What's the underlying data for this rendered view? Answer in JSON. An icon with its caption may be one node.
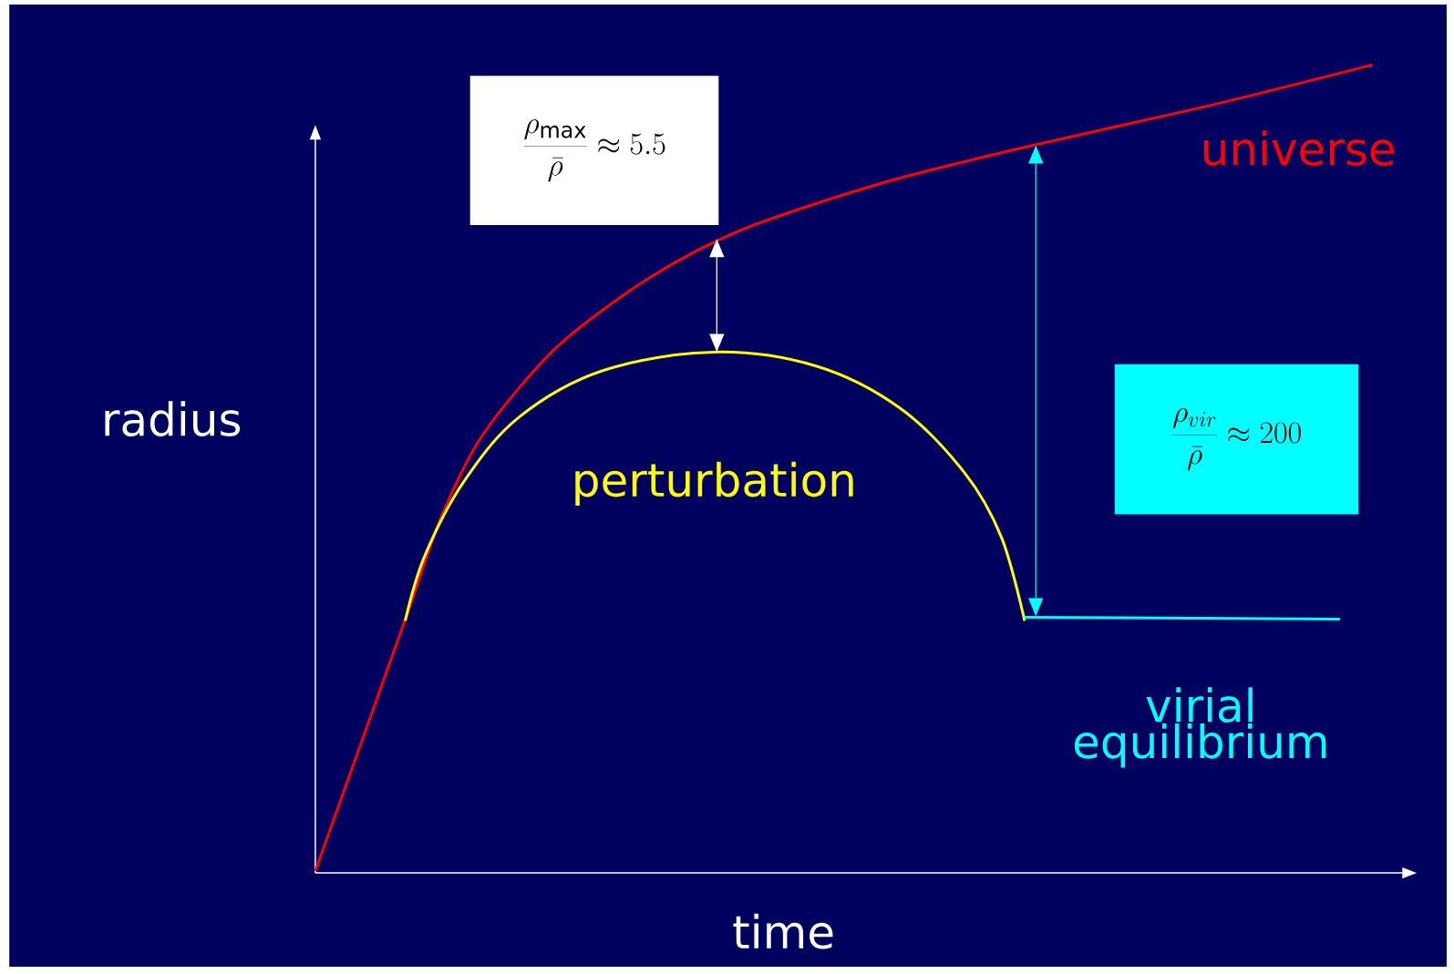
{
  "diagram": {
    "nodes": [
      {
        "text": [
          "\\frac{\\rho_{\\max}}{\\bar{\\rho}}\\approx 5.5"
        ]
      },
      {
        "text": [
          "\\frac{\\rho_{vir}}{\\bar{\\rho}}\\approx 200"
        ]
      }
    ],
    "labels": [
      "universe",
      "radius",
      "perturbation",
      "virial equilibrium",
      "time"
    ]
  }
}
